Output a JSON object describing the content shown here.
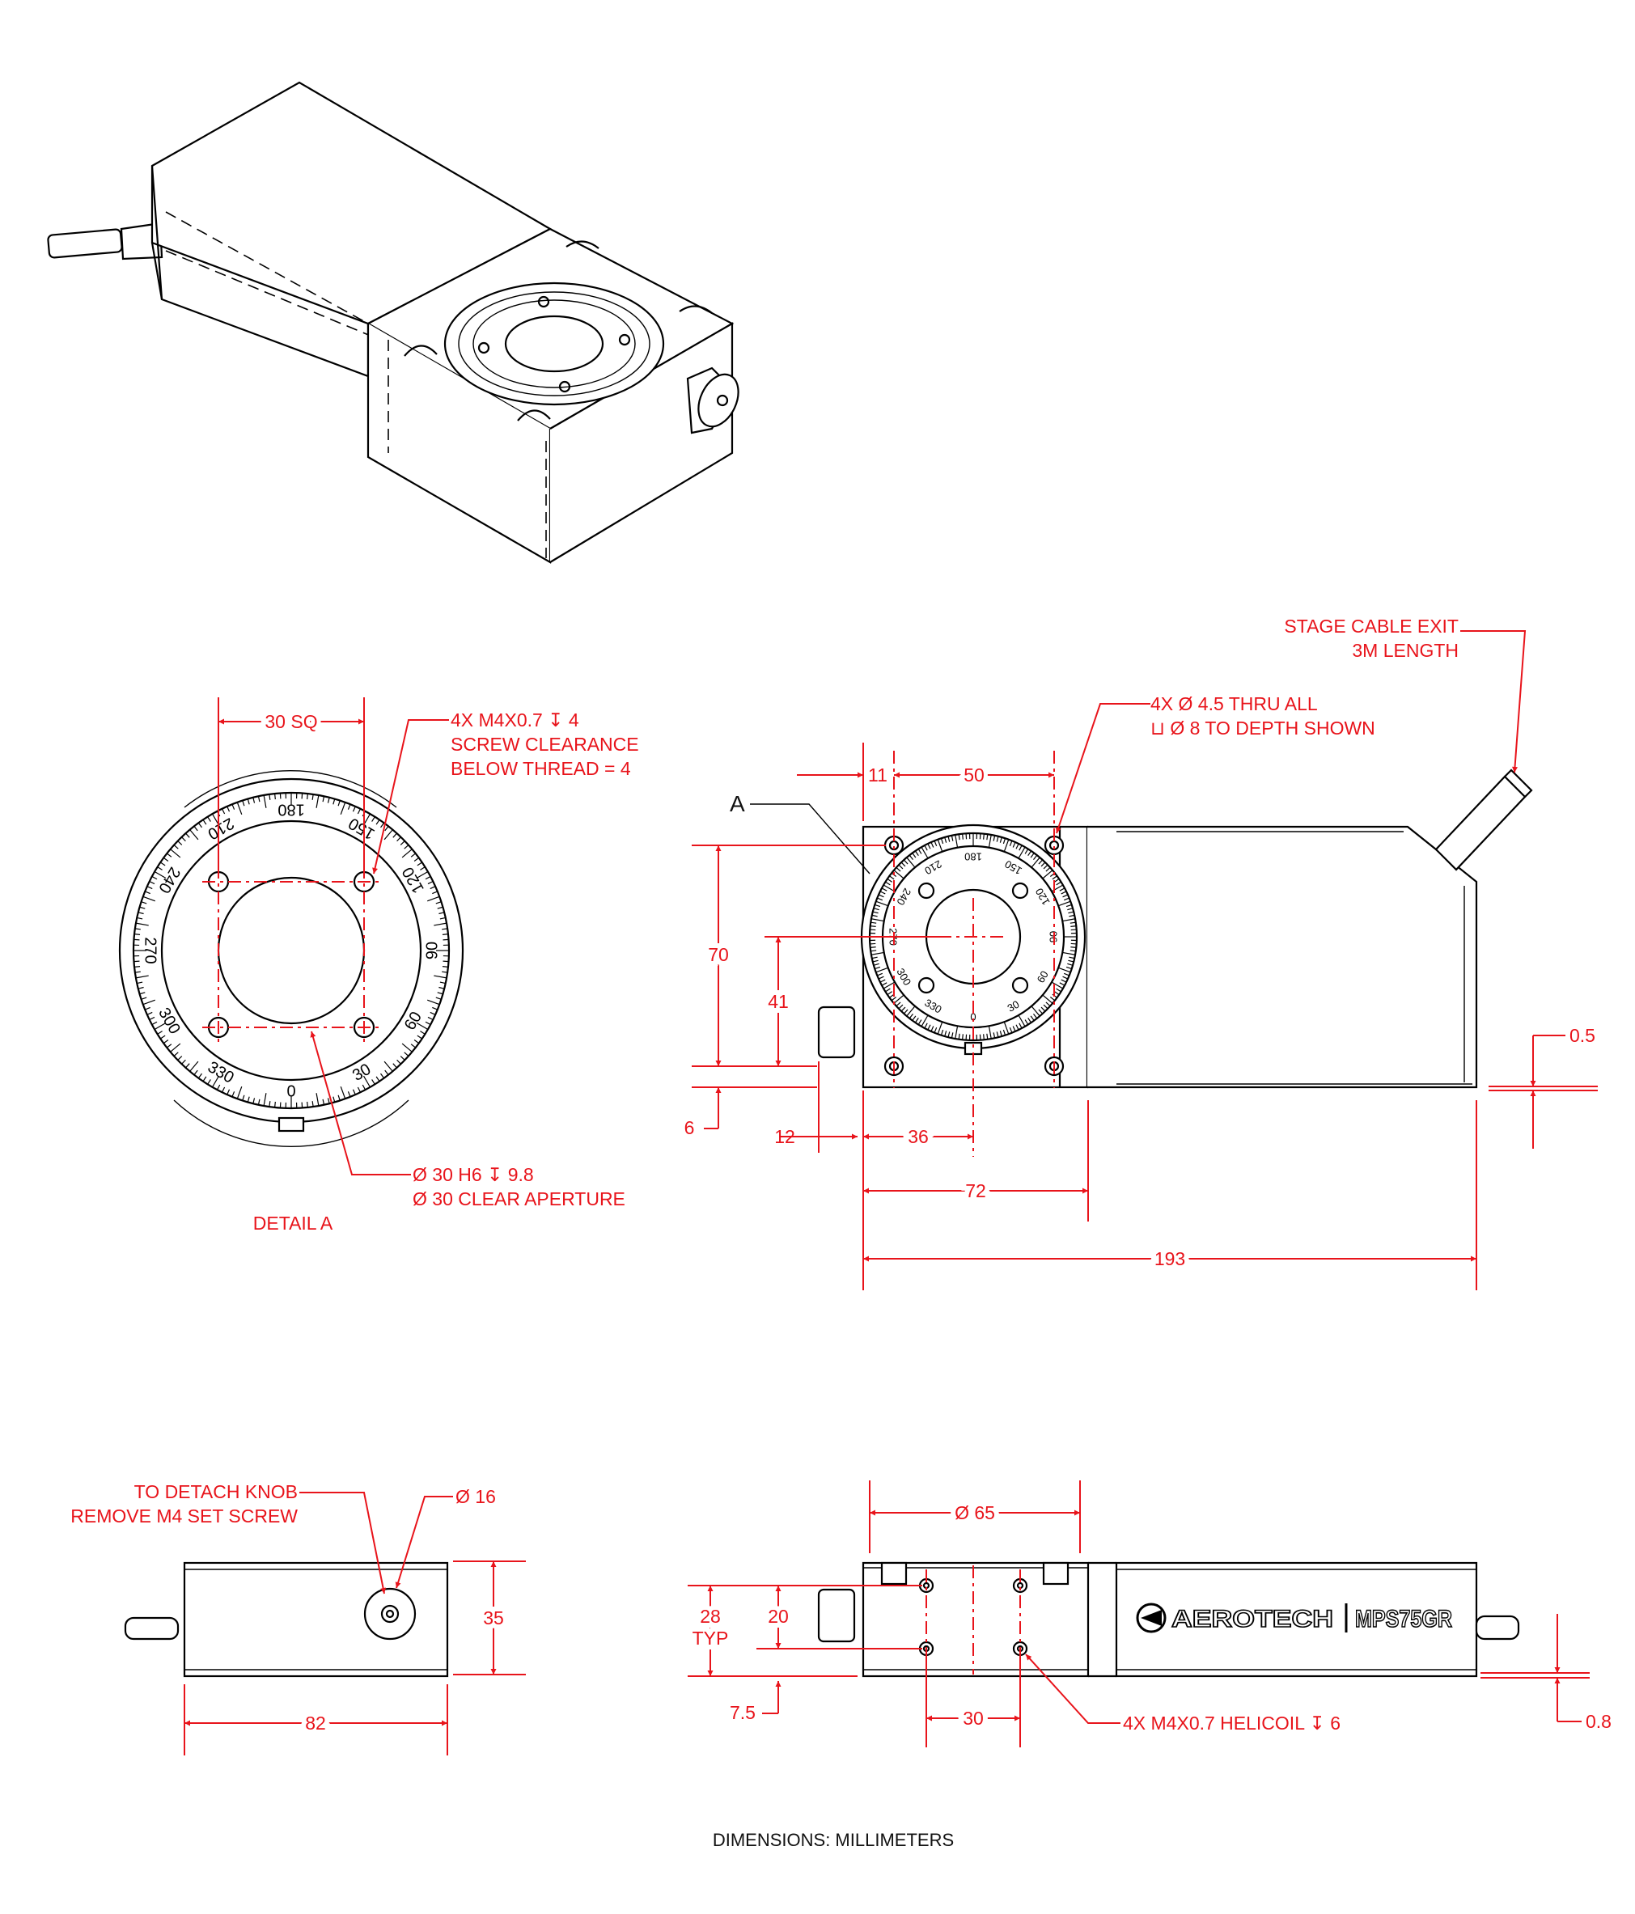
{
  "detail_a": {
    "sq": "30 SQ",
    "screw_note": [
      "4X M4X0.7 ↧ 4",
      "SCREW CLEARANCE",
      "BELOW THREAD = 4"
    ],
    "bore_note": [
      "Ø 30 H6 ↧ 9.8",
      "Ø 30 CLEAR APERTURE"
    ],
    "title": "DETAIL A",
    "dial_numbers": [
      "0",
      "30",
      "60",
      "90",
      "120",
      "150",
      "180",
      "210",
      "240",
      "270",
      "300",
      "330"
    ]
  },
  "top_view": {
    "detail_ref": "A",
    "cable_note": [
      "STAGE CABLE EXIT",
      "3M LENGTH"
    ],
    "hole_note": [
      "4X Ø 4.5 THRU ALL",
      "⊔ Ø 8 TO DEPTH SHOWN"
    ],
    "dims": {
      "d11": "11",
      "d50": "50",
      "d70": "70",
      "d41": "41",
      "d6": "6",
      "d0_5": "0.5",
      "d12": "12",
      "d36": "36",
      "d72": "72",
      "d193": "193"
    }
  },
  "end_view": {
    "knob_note": [
      "TO DETACH KNOB",
      "REMOVE M4 SET SCREW"
    ],
    "knob_dia": "Ø 16",
    "d35": "35",
    "d82": "82"
  },
  "side_view": {
    "d65": "Ø 65",
    "d28": [
      "28",
      "TYP"
    ],
    "d20": "20",
    "d7_5": "7.5",
    "d30": "30",
    "d0_8": "0.8",
    "helicoil_note": "4X M4X0.7 HELICOIL ↧ 6",
    "brand": "AEROTECH",
    "model": "MPS75GR"
  },
  "footer": "DIMENSIONS:  MILLIMETERS",
  "colors": {
    "dimension": "#e8141b",
    "object": "#000000"
  }
}
